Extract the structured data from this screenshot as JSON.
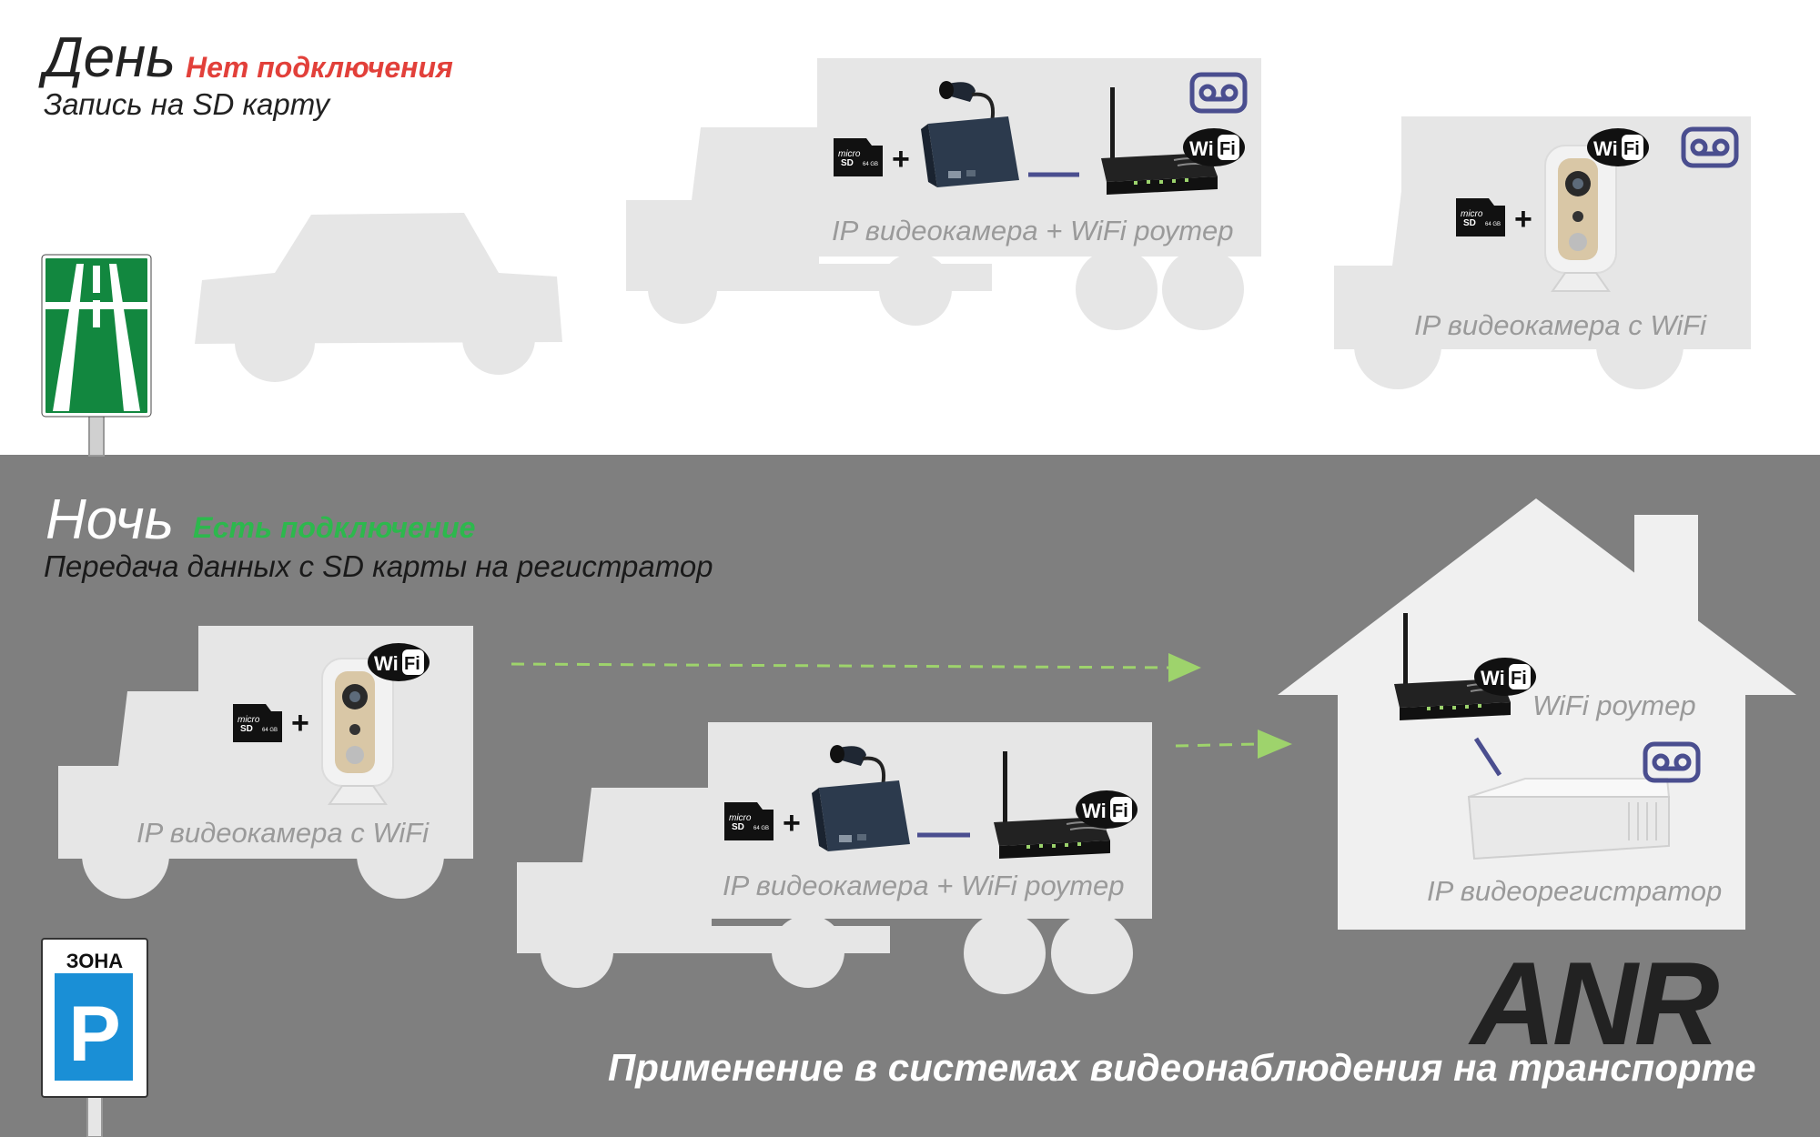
{
  "day": {
    "title": "День",
    "status": "Нет подключения",
    "subtitle": "Запись на SD карту",
    "truck_label": "IP видеокамера + WiFi роутер",
    "van_label": "IP видеокамера с WiFi"
  },
  "night": {
    "title": "Ночь",
    "status": "Есть подключение",
    "subtitle": "Передача данных с SD карты на регистратор",
    "van_label": "IP видеокамера с WiFi",
    "truck_label": "IP видеокамера + WiFi роутер",
    "router_label": "WiFi роутер",
    "recorder_label": "IP видеорегистратор"
  },
  "signs": {
    "parking_zone": "ЗОНА",
    "parking_letter": "P"
  },
  "badges": {
    "wifi_wi": "Wi",
    "wifi_fi": "Fi",
    "sd_micro": "micro",
    "sd_capacity": "64 GB",
    "plus": "+"
  },
  "brand": {
    "logo": "ANR",
    "tagline": "Применение в системах видеонаблюдения на транспорте"
  },
  "colors": {
    "status_off": "#e2403a",
    "status_on": "#2db84d",
    "vehicle_fill": "#e6e6e6",
    "night_bg": "#7f7f7f",
    "highway_sign": "#12873f",
    "parking_sign": "#1a8fd6",
    "arrow": "#9ed36c",
    "link_line": "#4a4e8f"
  }
}
